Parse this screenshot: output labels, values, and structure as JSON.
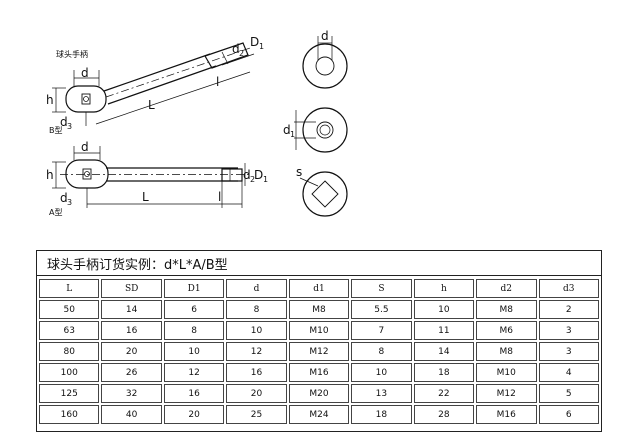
{
  "drawing": {
    "caption": "球头手柄",
    "type_b": "B型",
    "type_a": "A型",
    "labels": {
      "d": "d",
      "h": "h",
      "L": "L",
      "l": "l",
      "D": "D",
      "one": "1",
      "two": "2",
      "three": "3",
      "s": "s"
    }
  },
  "spec": {
    "title": "球头手柄订货实例：d*L*A/B型",
    "headers": [
      "L",
      "SD",
      "D1",
      "d",
      "d1",
      "S",
      "h",
      "d2",
      "d3"
    ],
    "rows": [
      [
        "50",
        "14",
        "6",
        "8",
        "M8",
        "5.5",
        "10",
        "M8",
        "2"
      ],
      [
        "63",
        "16",
        "8",
        "10",
        "M10",
        "7",
        "11",
        "M6",
        "3"
      ],
      [
        "80",
        "20",
        "10",
        "12",
        "M12",
        "8",
        "14",
        "M8",
        "3"
      ],
      [
        "100",
        "26",
        "12",
        "16",
        "M16",
        "10",
        "18",
        "M10",
        "4"
      ],
      [
        "125",
        "32",
        "16",
        "20",
        "M20",
        "13",
        "22",
        "M12",
        "5"
      ],
      [
        "160",
        "40",
        "20",
        "25",
        "M24",
        "18",
        "28",
        "M16",
        "6"
      ]
    ]
  }
}
